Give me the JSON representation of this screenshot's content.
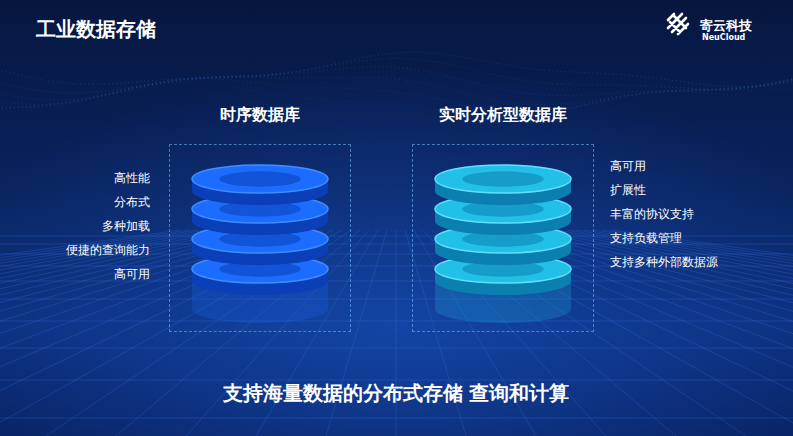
{
  "diagram": {
    "title": "工业数据存储",
    "caption": "支持海量数据的分布式存储 查询和计算",
    "nodes": [
      {
        "text": [
          "时序数据库"
        ]
      },
      {
        "text": [
          "实时分析型数据库"
        ]
      }
    ],
    "labels": [
      "寄云科技",
      "NeuCloud",
      "高性能",
      "分布式",
      "多种加载",
      "便捷的查询能力",
      "高可用",
      "高可用",
      "扩展性",
      "丰富的协议支持",
      "支持负载管理",
      "支持多种外部数据源"
    ]
  }
}
